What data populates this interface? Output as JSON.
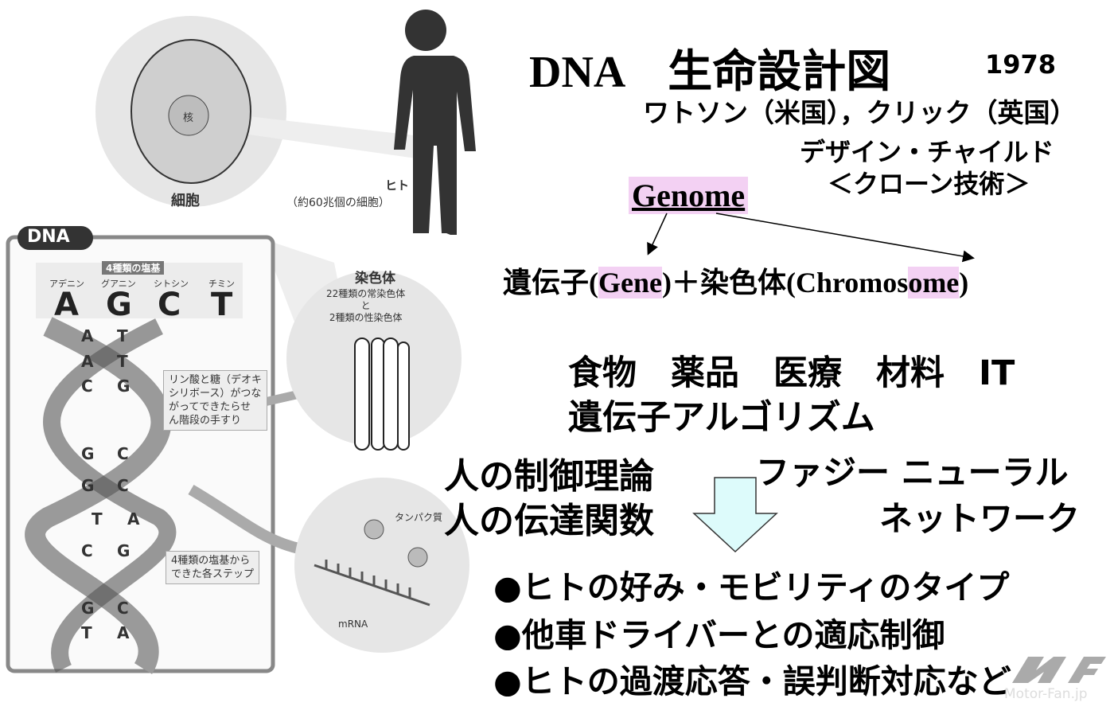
{
  "illustration": {
    "cell_label": "細胞",
    "nucleus_label": "核",
    "human_label": "ヒト",
    "human_note": "（約60兆個の細胞）",
    "dna_badge": "DNA",
    "bases_header": "4種類の塩基",
    "base_names": [
      "アデニン",
      "グアニン",
      "シトシン",
      "チミン"
    ],
    "base_letters": [
      "A",
      "G",
      "C",
      "T"
    ],
    "pairs": [
      [
        "A",
        "T"
      ],
      [
        "A",
        "T"
      ],
      [
        "C",
        "G"
      ],
      [
        "G",
        "C"
      ],
      [
        "G",
        "C"
      ],
      [
        "T",
        "A"
      ],
      [
        "C",
        "G"
      ],
      [
        "G",
        "C"
      ],
      [
        "T",
        "A"
      ]
    ],
    "callout_backbone": [
      "リン酸と糖（デオキ",
      "シリボース）がつな",
      "がってできたらせ",
      "ん階段の手すり"
    ],
    "callout_steps": [
      "4種類の塩基から",
      "できた各ステップ"
    ],
    "chromosome_title": "染色体",
    "chromosome_note": [
      "22種類の常染色体",
      "と",
      "2種類の性染色体"
    ],
    "protein_label": "タンパク質",
    "mrna_label": "mRNA"
  },
  "slide": {
    "title": "DNA　生命設計図",
    "year": "1978",
    "scientists": "ワトソン（米国），クリック（英国）",
    "design_child": "デザイン・チャイルド",
    "clone": "＜クローン技術＞",
    "genome": "Genome",
    "formula": {
      "p1": "遺伝子(",
      "gene": "Gene",
      "p2": ")＋染色体(Chromos",
      "ome": "ome",
      ")": ")"
    },
    "fields": "食物　薬品　医療　材料　IT",
    "algorithm": "遺伝子アルゴリズム",
    "control_theory": "人の制御理論",
    "transfer_function": "人の伝達関数",
    "fuzzy": "ファジー ニューラル",
    "network": "ネットワーク",
    "bullets": [
      "●ヒトの好み・モビリティのタイプ",
      "●他車ドライバーとの適応制御",
      "●ヒトの過渡応答・誤判断対応など"
    ],
    "arrow_color": "#ddfbfb",
    "highlight_color": "#f3d1f3"
  },
  "watermark": "Motor-Fan.jp"
}
